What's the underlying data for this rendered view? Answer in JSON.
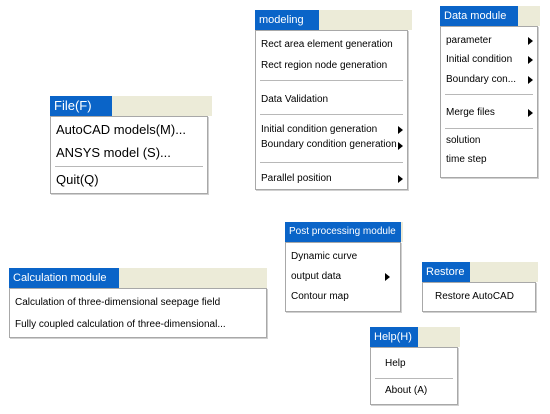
{
  "modeling": {
    "title": "modeling",
    "items": [
      "Rect area element generation",
      "Rect region node generation",
      "Data Validation",
      "Initial condition generation",
      "Boundary condition generation",
      "Parallel position"
    ]
  },
  "data_module": {
    "title": "Data module",
    "items": [
      "parameter",
      "Initial condition",
      "Boundary con...",
      "Merge files",
      "solution",
      "time step"
    ]
  },
  "file": {
    "title": "File(F)",
    "items": [
      "AutoCAD models(M)...",
      "ANSYS model (S)...",
      "Quit(Q)"
    ]
  },
  "post": {
    "title": "Post processing module",
    "items": [
      "Dynamic curve",
      "output data",
      "Contour map"
    ]
  },
  "restore": {
    "title": "Restore",
    "items": [
      "Restore AutoCAD"
    ]
  },
  "calc": {
    "title": "Calculation module",
    "items": [
      "Calculation of three-dimensional seepage field",
      "Fully coupled calculation of three-dimensional..."
    ]
  },
  "help": {
    "title": "Help(H)",
    "items": [
      "Help",
      "About (A)"
    ]
  }
}
